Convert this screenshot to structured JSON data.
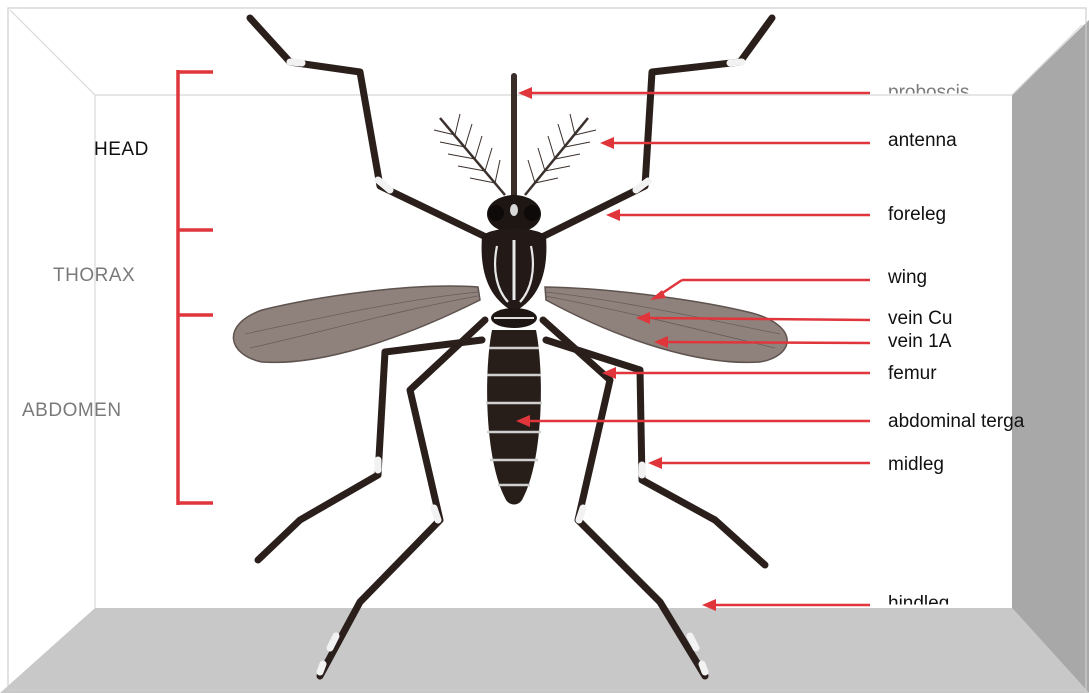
{
  "segments": {
    "head": "HEAD",
    "thorax": "THORAX",
    "abdomen": "ABDOMEN"
  },
  "labels": {
    "proboscis": "proboscis",
    "antenna": "antenna",
    "foreleg": "foreleg",
    "wing": "wing",
    "vein_cu": "vein Cu",
    "vein_1a": "vein 1A",
    "femur": "femur",
    "abdominal_terga": "abdominal terga",
    "midleg": "midleg",
    "hindleg": "hindleg"
  },
  "colors": {
    "pointer": "#e0353b",
    "floor": "#c8c8c8",
    "right_wall": "#a8a8a8",
    "insect_body": "#2a1f1b",
    "wing": "#8a7d78"
  }
}
